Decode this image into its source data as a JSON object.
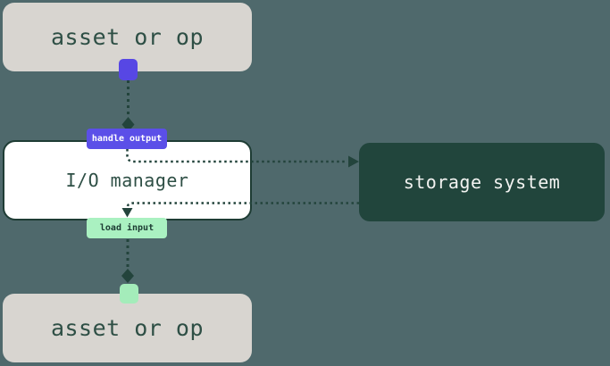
{
  "diagram": {
    "nodes": {
      "asset_top": {
        "label": "asset or op"
      },
      "io_manager": {
        "label": "I/O manager"
      },
      "asset_bottom": {
        "label": "asset or op"
      },
      "storage": {
        "label": "storage system"
      }
    },
    "badges": {
      "handle_output": {
        "label": "handle output"
      },
      "load_input": {
        "label": "load input"
      }
    },
    "colors": {
      "background": "#4f696c",
      "asset_box_bg": "#d8d5d0",
      "asset_box_text": "#2e4f45",
      "io_box_bg": "#ffffff",
      "io_box_border": "#1e3c34",
      "storage_box_bg": "#21453c",
      "storage_box_text": "#f2f3f1",
      "output_port": "#5747e4",
      "output_badge_bg": "#5b4fe8",
      "output_badge_text": "#ffffff",
      "input_port": "#a4ecba",
      "input_badge_bg": "#aaf1c1",
      "input_badge_text": "#1d3b33",
      "connector": "#23443c"
    }
  }
}
